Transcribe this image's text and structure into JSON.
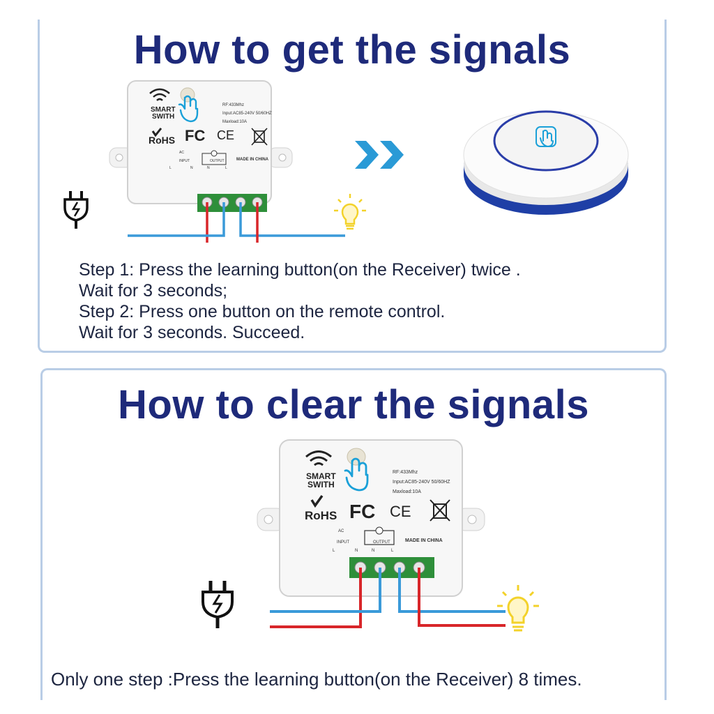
{
  "top_section": {
    "title": "How to get the signals",
    "steps": [
      "Step 1: Press the learning button(on the Receiver) twice .",
      "Wait for 3 seconds;",
      "Step 2: Press one button on the remote control.",
      "Wait for 3 seconds. Succeed."
    ]
  },
  "bottom_section": {
    "title": "How to clear the signals",
    "note": "Only one step :Press the learning button(on the Receiver) 8 times."
  },
  "device": {
    "brand_line1": "SMART",
    "brand_line2": "SWITH",
    "spec_rf": "RF:433Mhz",
    "spec_input": "Input:AC85-240V 50/60HZ",
    "spec_load": "Maxload:10A",
    "rohs": "RoHS",
    "fc": "FC",
    "ce": "CE",
    "made_in": "MADE IN CHINA",
    "input_label": "INPUT",
    "output_label": "OUTPUT",
    "ac_label": "AC",
    "terminals": [
      "L",
      "N",
      "N",
      "L"
    ]
  },
  "colors": {
    "title": "#1e2a7a",
    "panel_border": "#b9cde6",
    "wire_live": "#d8262a",
    "wire_neutral": "#3a9ad9",
    "terminal_green": "#2e8f3a",
    "remote_ring": "#1f3fa6",
    "arrow": "#2a9ad6",
    "bulb": "#f3d22a"
  },
  "icons": [
    "wifi-icon",
    "finger-press-icon",
    "plug-icon",
    "bulb-icon",
    "double-chevron-icon",
    "weee-bin-icon"
  ]
}
